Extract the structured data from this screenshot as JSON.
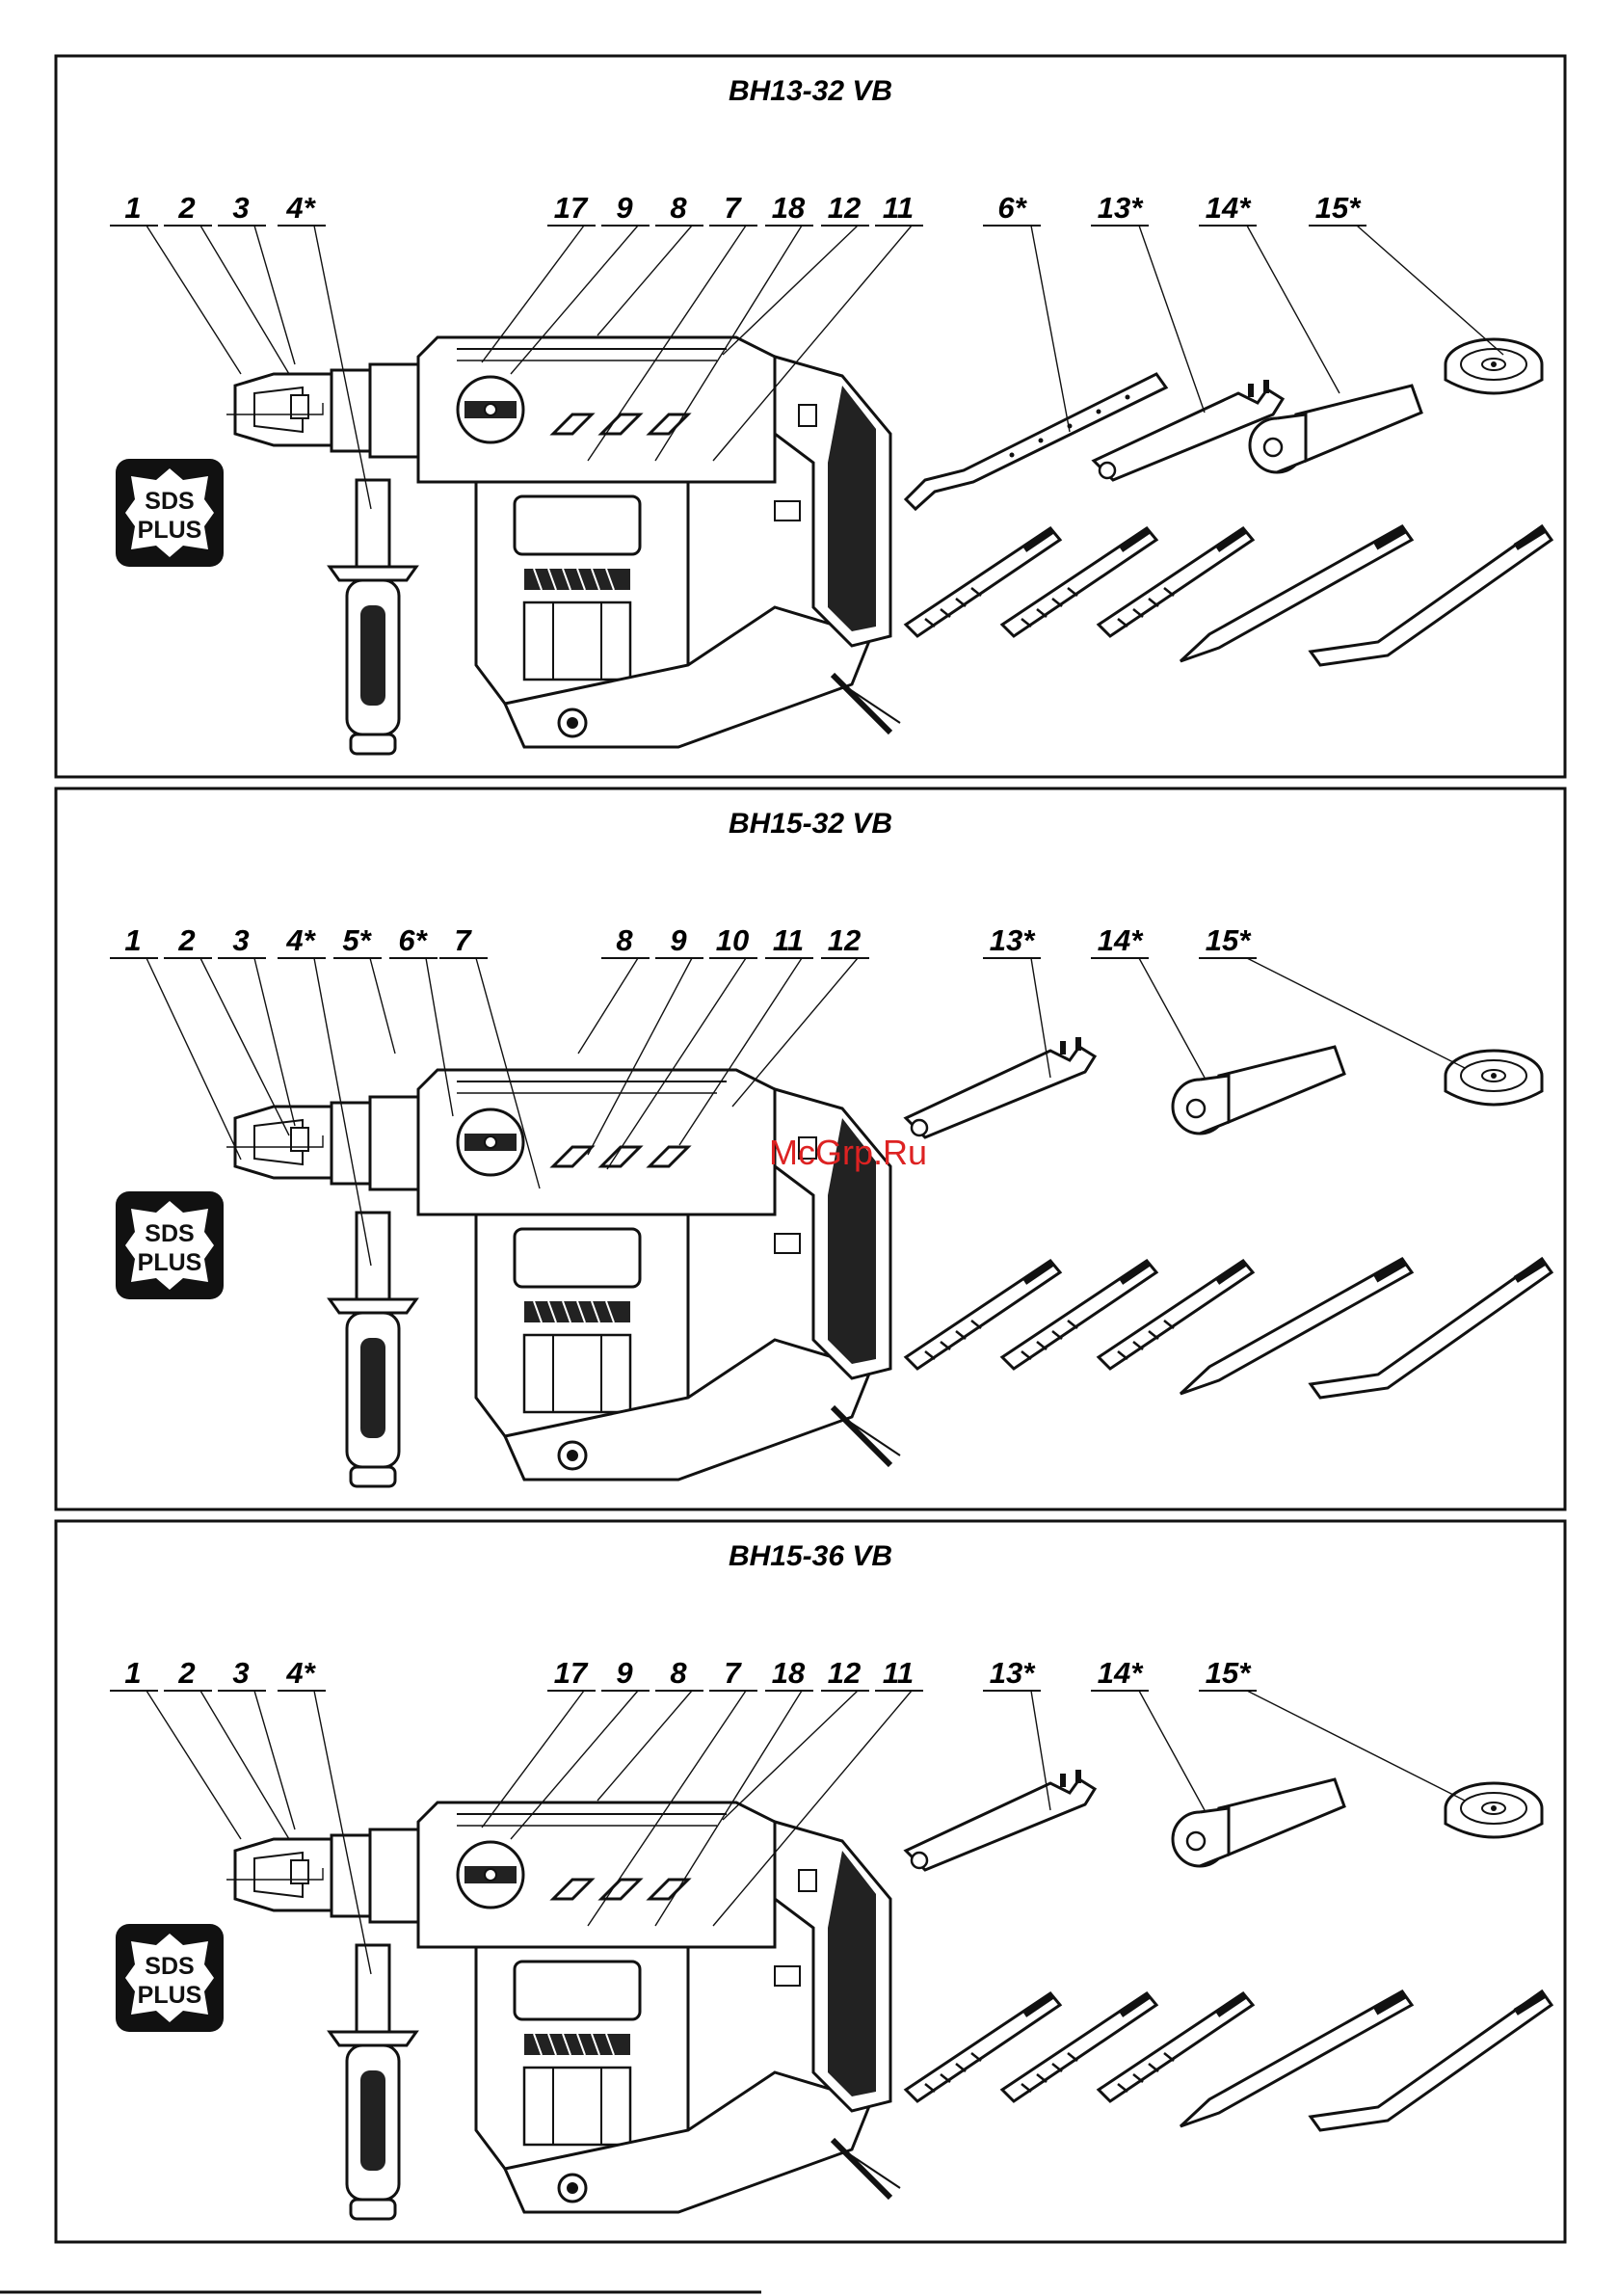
{
  "panels": [
    {
      "title": "BH13-32 VB",
      "labels_tool": [
        "1",
        "2",
        "3",
        "4*",
        "17",
        "9",
        "8",
        "7",
        "18",
        "12",
        "11"
      ],
      "labels_acc": [
        "6*",
        "13*",
        "14*",
        "15*"
      ],
      "variant": "A"
    },
    {
      "title": "BH15-32 VB",
      "labels_tool": [
        "1",
        "2",
        "3",
        "4*",
        "5*",
        "6*",
        "7",
        "8",
        "9",
        "10",
        "11",
        "12"
      ],
      "labels_acc": [
        "13*",
        "14*",
        "15*"
      ],
      "variant": "B"
    },
    {
      "title": "BH15-36 VB",
      "labels_tool": [
        "1",
        "2",
        "3",
        "4*",
        "17",
        "9",
        "8",
        "7",
        "18",
        "12",
        "11"
      ],
      "labels_acc": [
        "13*",
        "14*",
        "15*"
      ],
      "variant": "C"
    }
  ],
  "badge": {
    "line1": "SDS",
    "line2": "PLUS"
  },
  "watermark": "McGrp.Ru"
}
